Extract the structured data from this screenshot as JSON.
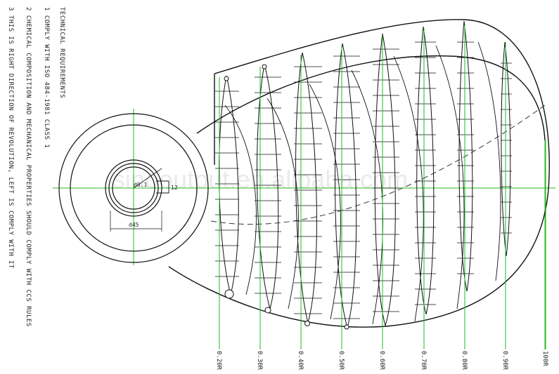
{
  "notes": {
    "heading": "TECHNICAL REQUIREMENTS",
    "items": [
      "1  COMPLY WITH ISO 484-1981 CLASS 1",
      "2  CHEMICAL COMPOSITION AND MECHANICAL PROPERTIES SHOULD COMPLY WITH CCS RULES",
      "3  THIS IS RIGHT DIRECTION OF REVOLUTION, LEFT IS COMPLY WITH IT"
    ]
  },
  "radius_labels": [
    "0.20R",
    "0.30R",
    "0.40R",
    "0.50R",
    "0.60R",
    "0.70R",
    "0.80R",
    "0.90R",
    "100R"
  ],
  "hub": {
    "outer_dimension": "d45",
    "inner_dimension": "d0.1",
    "keyway_dimension": "12"
  },
  "watermark": "sinooutput.en.alibaba.com",
  "colors": {
    "line": "#111111",
    "centerline": "#22bb22",
    "dashed": "#333333"
  }
}
